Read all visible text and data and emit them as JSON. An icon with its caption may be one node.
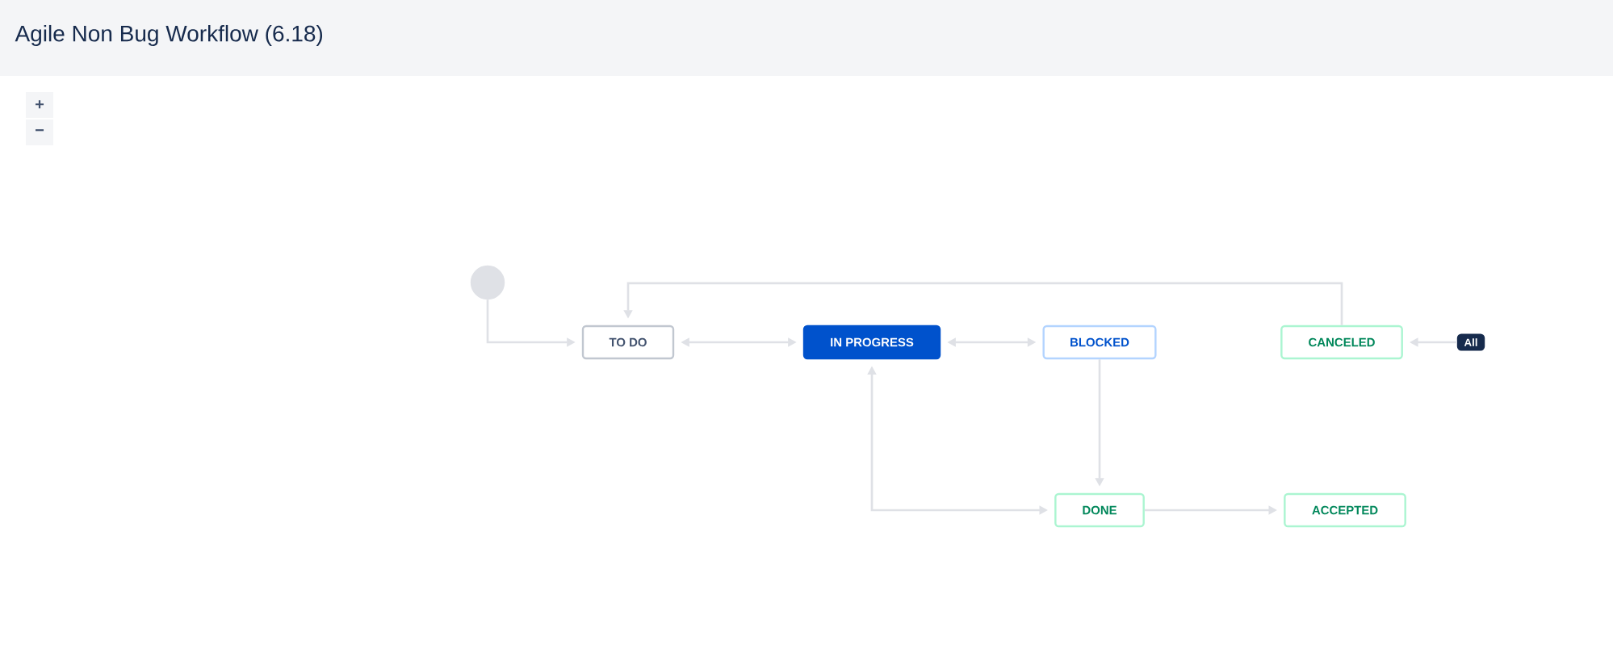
{
  "diagram": {
    "title": "Agile Non Bug Workflow (6.18)",
    "nodes": [
      {
        "text": [],
        "shape": "circle"
      },
      {
        "text": [
          "TO DO"
        ]
      },
      {
        "text": [
          "IN PROGRESS"
        ]
      },
      {
        "text": [
          "BLOCKED"
        ]
      },
      {
        "text": [
          "CANCELED"
        ]
      },
      {
        "text": [
          "All"
        ]
      },
      {
        "text": [
          "DONE"
        ]
      },
      {
        "text": [
          "ACCEPTED"
        ]
      }
    ],
    "edges": [
      {
        "from": 0,
        "to": 1,
        "arrow": "to"
      },
      {
        "from": 1,
        "to": 2,
        "arrow": "both"
      },
      {
        "from": 2,
        "to": 3,
        "arrow": "both"
      },
      {
        "from": 4,
        "to": 1,
        "arrow": "to"
      },
      {
        "from": 5,
        "to": 4,
        "arrow": "to"
      },
      {
        "from": 3,
        "to": 6,
        "arrow": "to"
      },
      {
        "from": 2,
        "to": 6,
        "arrow": "both"
      },
      {
        "from": 6,
        "to": 7,
        "arrow": "to"
      }
    ],
    "labels": [
      "+",
      "−"
    ]
  }
}
